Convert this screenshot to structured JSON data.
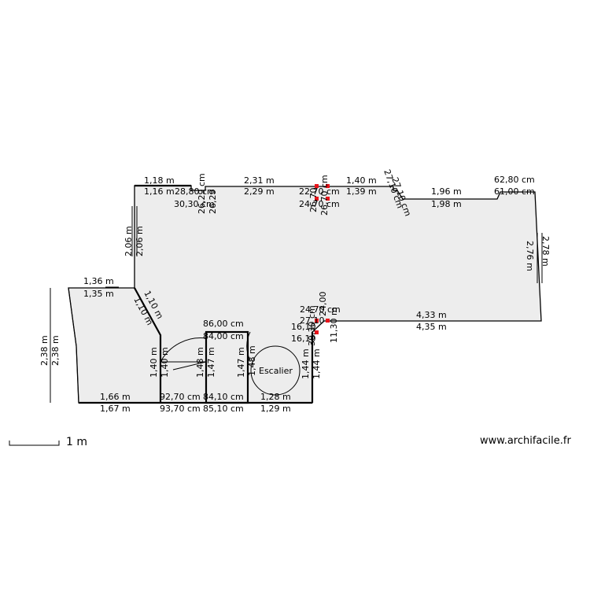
{
  "labels": {
    "t1": "1,18 m",
    "t2": "1,16 m",
    "t3": "28,80 cm",
    "t4": "30,30 cm",
    "t5": "26,29 cm",
    "t6": "26,29",
    "t7": "2,31 m",
    "t8": "2,29 m",
    "t9": "22,70 cm",
    "t10": "24,70 cm",
    "t11": "26,70",
    "t12": "26,70 cm",
    "t13": "1,40 m",
    "t14": "1,39 m",
    "t15": "27,10 cm",
    "t16": "27,10 cm",
    "t17": "1,96 m",
    "t18": "1,98 m",
    "t19": "62,80 cm",
    "t20": "61,00 cm",
    "t21": "2,78 m",
    "t22": "2,76 m",
    "t23": "2,06 m",
    "t24": "2,06 m",
    "t25": "1,36 m",
    "t26": "1,35 m",
    "t27": "1,10 m",
    "t28": "1,10 m",
    "t29": "2,38 m",
    "t30": "2,38 m",
    "t31": "86,00 cm",
    "t32": "84,00 cm",
    "t33": "1,40 m",
    "t34": "1,40 m",
    "t35": "1,48 m",
    "t36": "1,47 m",
    "t37": "1,47 m",
    "t38": "1,48 m",
    "t39": "1,44 m",
    "t40": "1,44 m",
    "t41": "24,70 cm",
    "t42": "27,10",
    "t43": "16,10",
    "t44": "16,10",
    "t45": "30,30 cm",
    "t46": "11,30 m",
    "t47": "4,33 m",
    "t48": "4,35 m",
    "t49": "1,66 m",
    "t50": "1,67 m",
    "t51": "92,70 cm",
    "t52": "93,70 cm",
    "t53": "84,10 cm",
    "t54": "85,10 cm",
    "t55": "1,28 m",
    "t56": "1,29 m",
    "t57": "24,00"
  },
  "stairs_label": "Escalier",
  "scale_label": "1 m",
  "watermark": "www.archifacile.fr"
}
